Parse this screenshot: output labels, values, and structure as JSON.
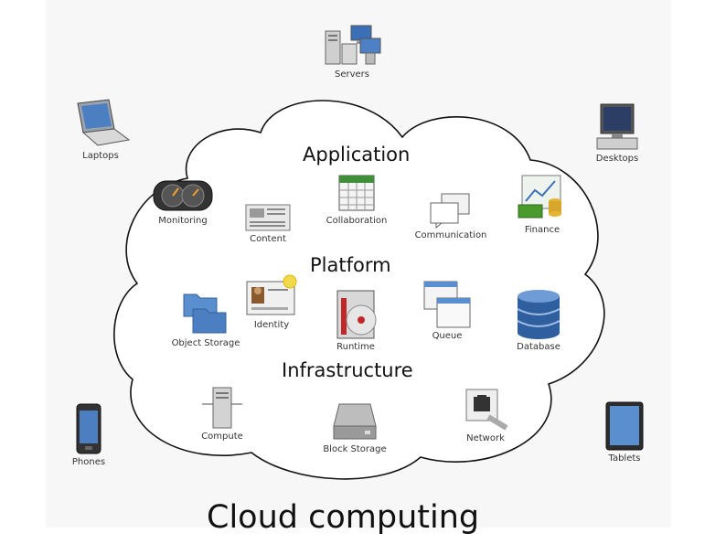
{
  "devices": {
    "servers": {
      "label": "Servers",
      "icon": "servers-icon"
    },
    "laptops": {
      "label": "Laptops",
      "icon": "laptop-icon"
    },
    "desktops": {
      "label": "Desktops",
      "icon": "desktop-icon"
    },
    "phones": {
      "label": "Phones",
      "icon": "phone-icon"
    },
    "tablets": {
      "label": "Tablets",
      "icon": "tablet-icon"
    }
  },
  "sections": {
    "application": "Application",
    "platform": "Platform",
    "infrastructure": "Infrastructure"
  },
  "application_items": {
    "monitoring": "Monitoring",
    "content": "Content",
    "collaboration": "Collaboration",
    "communication": "Communication",
    "finance": "Finance"
  },
  "platform_items": {
    "object_storage": "Object Storage",
    "identity": "Identity",
    "runtime": "Runtime",
    "queue": "Queue",
    "database": "Database"
  },
  "infrastructure_items": {
    "compute": "Compute",
    "block_storage": "Block Storage",
    "network": "Network"
  },
  "title": "Cloud computing",
  "colors": {
    "accent_blue": "#3b6fb6",
    "finance_green": "#4a9a2e",
    "runtime_red": "#c0282a",
    "cloud_stroke": "#111111"
  }
}
